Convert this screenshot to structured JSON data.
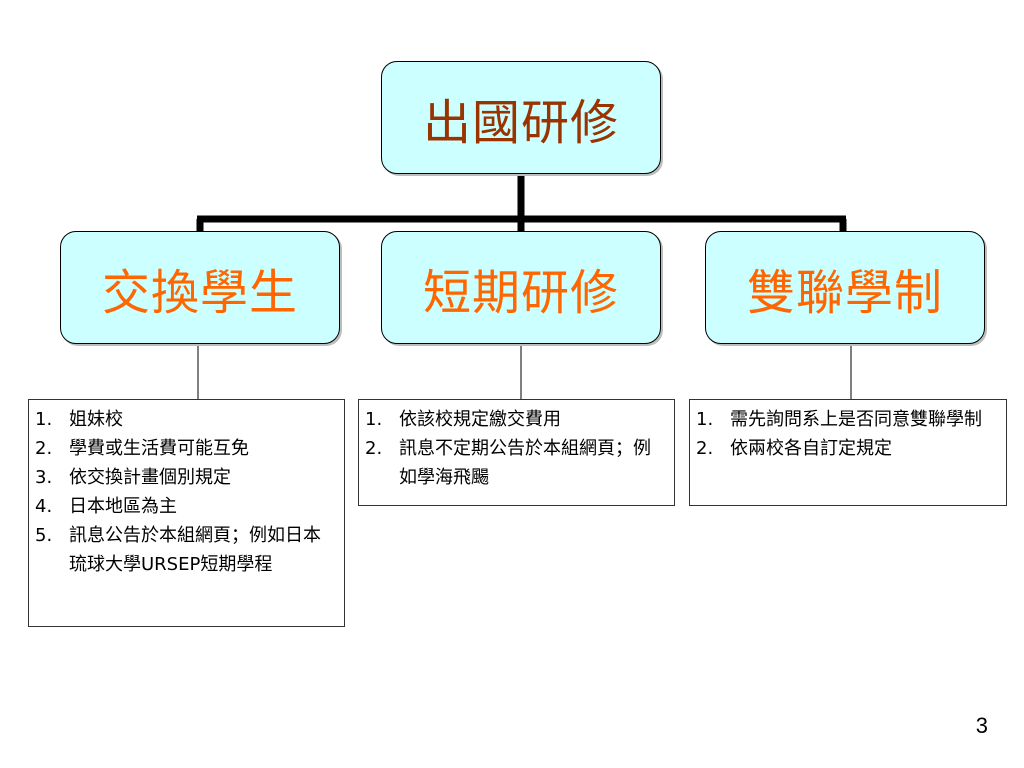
{
  "diagram": {
    "root": {
      "label": "出國研修"
    },
    "children": [
      {
        "label": "交換學生",
        "notes": [
          {
            "num": "1.",
            "text": "姐妹校"
          },
          {
            "num": "2.",
            "text": "學費或生活費可能互免"
          },
          {
            "num": "3.",
            "text": "依交換計畫個別規定"
          },
          {
            "num": "4.",
            "text": "日本地區為主"
          },
          {
            "num": "5.",
            "text": "訊息公告於本組網頁；例如日本琉球大學URSEP短期學程"
          }
        ]
      },
      {
        "label": "短期研修",
        "notes": [
          {
            "num": "1.",
            "text": "依該校規定繳交費用"
          },
          {
            "num": "2.",
            "text": "訊息不定期公告於本組網頁；例如學海飛颺"
          }
        ]
      },
      {
        "label": "雙聯學制",
        "notes": [
          {
            "num": "1.",
            "text": "需先詢問系上是否同意雙聯學制"
          },
          {
            "num": "2.",
            "text": "依兩校各自訂定規定"
          }
        ]
      }
    ]
  },
  "page_number": "3",
  "colors": {
    "node_fill": "#ccffff",
    "root_text": "#993300",
    "child_text": "#ff6600"
  }
}
